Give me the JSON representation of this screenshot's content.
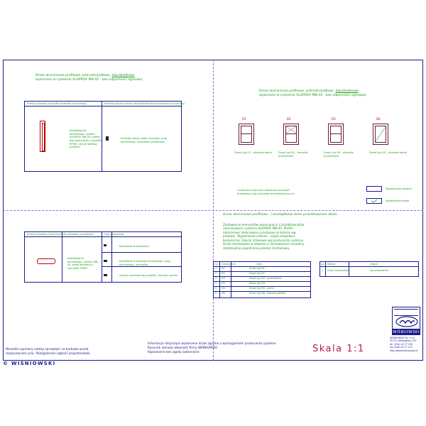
{
  "top_left": {
    "title_line1": "Drzwi aluminiowe profilowe, jednoskrzydłowe, ",
    "title_link": "dwudziałkowe",
    "title_line2": "wykonane w systemie ALUPROF MB-45 - bez odporności ogniowej",
    "table_head_left": "Przekrój pionowy (skrzydło drzwiowe w przekroju)",
    "table_head_right": "Przekrój poziomy drzwi (skrzydło/ościeżnica drzwiowa w przekroju)",
    "left_desc": "Kształtowniki aluminiowe, system ALUPROF MB-45, profile wg producenta, uszczelki EPDM, okucia według projektu",
    "right_desc": "Przekrój dolnej części skrzydła, próg aluminiowy, uszczelka szczotkowa"
  },
  "top_right": {
    "title_line1": "Drzwi aluminiowe profilowe, jednoskrzydłowe, ",
    "title_link": "dwudziałkowe",
    "title_line2": "wykonane w systemie ALUPROF MB-45 - bez odporności ogniowej",
    "door_captions": [
      "Drzwi typ D1 - skrzydło pełne",
      "Drzwi typ D2 - skrzydło przeszklone",
      "Drzwi typ D3 - skrzydło przeszklone",
      "Drzwi typ D4 - skrzydło pełne"
    ],
    "door_tags": [
      "D1",
      "D2",
      "D3",
      "D4"
    ],
    "bottom_note": "Oznaczenia kierunku otwierania skrzydeł drzwiowych wg rysunków architektonicznych",
    "legend": [
      "Wypełnienie szklane",
      "Wypełnienie pełne"
    ]
  },
  "bottom_left": {
    "table_head_left": "Przekrój poziomy drzwi (skrzydło drzwiowe w przekroju)",
    "table_head_right": "Opis elementów",
    "left_desc": "Kształtownik aluminiowy, system MB-45, profil ościeżnicy, uszczelki EPDM",
    "rows": [
      "Kształtownik ościeżnicy",
      "Kształtownik skrzydła drzwiowego, próg aluminiowy, uszczelka",
      "Okucia drzwiowe wg projektu, klamka, zamek"
    ]
  },
  "bottom_right": {
    "title": "Drzwi aluminiowe profilowe - (szczegółowe dane przedstawiono obok)",
    "paragraph": "Zestawienie elementów wykonanych z kształtowników aluminiowych systemu ALUPROF MB-45. Profile aluminiowe lakierowane proszkowo w kolorze wg projektu. Wypełnienie szklane - szyba zespolona bezpieczna. Okucia drzwiowe wg producenta systemu. Drzwi montowane w otworze z zachowaniem szczeliny dylatacyjnej wypełnionej pianką montażową.",
    "table_head": [
      "Lp.",
      "Oznaczenie",
      "Opis"
    ],
    "table_rows": [
      [
        "1",
        "D1",
        "Drzwi typ D1"
      ],
      [
        "2",
        "D2",
        "Drzwi typ D2"
      ],
      [
        "3",
        "D3",
        "Drzwi typ D3 - przeszklone"
      ],
      [
        "4",
        "D4",
        "Drzwi typ D4"
      ],
      [
        "5",
        "D5",
        "Drzwi typ D5 - pełne"
      ],
      [
        "6",
        "D6",
        "Drzwi typ D6 - dwuskrzydłowe"
      ]
    ],
    "side_table_head": [
      "Lp.",
      "Nazwa",
      "Uwagi"
    ],
    "side_table_row": [
      "1",
      "Drzwi aluminiowe",
      "wg zestawienia"
    ]
  },
  "footer": {
    "left_note_line1": "Wszelkie wymiary należy sprawdzić na budowie przed",
    "left_note_line2": "rozpoczęciem prac. Niezgodności zgłosić projektantowi.",
    "mid_note_line1": "Informacje dotyczące wykonania drzwi zgodne z wymaganiami producenta systemu",
    "mid_note_line2": "Rysunek stanowi własność firmy WIŚNIOWSKI",
    "mid_note_line3": "Kopiowanie bez zgody zabronione",
    "scale": "Skala 1:1",
    "brand": "© WIŚNIOWSKI",
    "company": "WIŚNIOWSKI",
    "company_info": [
      "WIŚNIOWSKI Sp. z o.o.",
      "33-311 Wielogłowy 153",
      "tel. (018) 44 77 100",
      "fax (018) 44 77 110",
      "http://www.wisniowski.pl"
    ]
  },
  "colors": {
    "frame": "#1a1a8c",
    "text_green": "#1f9a1f",
    "door": "#6a1a3a",
    "scale": "#b0204a"
  }
}
